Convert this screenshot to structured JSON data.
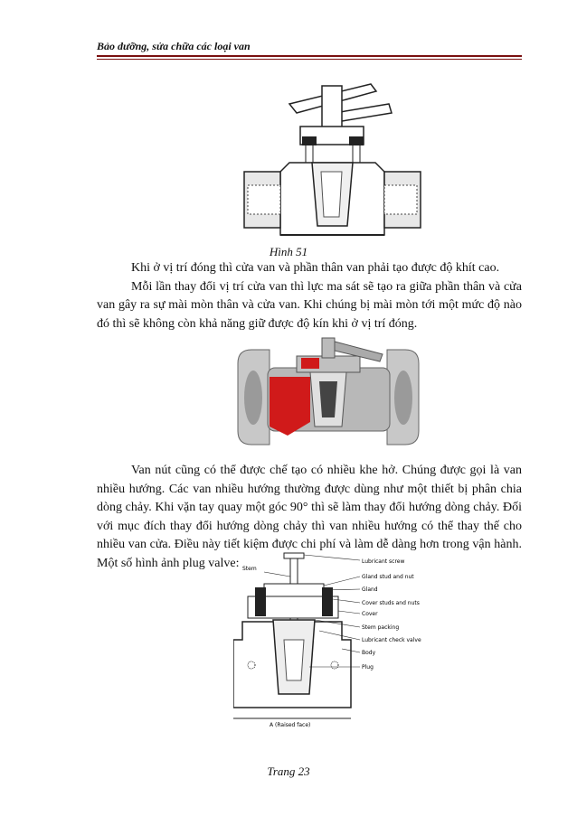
{
  "header": {
    "title": "Bảo dưỡng, sửa chữa các loại van"
  },
  "figure1": {
    "caption": "Hình 51"
  },
  "paragraph1": [
    "Khi ở vị trí đóng thì cửa van và phần thân van phải tạo được độ khít cao.",
    "Mỗi lần thay đổi vị trí cửa van thì lực ma sát sẽ tạo ra giữa phần thân và cửa van gây ra sự mài mòn thân và cửa van. Khi chúng bị mài mòn tới một mức độ nào đó thì sẽ không còn khả năng giữ được độ kín khi ở vị trí đóng."
  ],
  "paragraph2": "Van nút cũng có thể được chế tạo có nhiều khe hở. Chúng được gọi là van nhiều hướng. Các van nhiều hướng thường được dùng như một thiết bị phân chia dòng chảy. Khi vặn tay quay một góc 90° thì sẽ làm thay đổi hướng dòng chảy. Đối với mục đích thay đổi hướng dòng chảy thì van nhiều hướng có thể thay thế cho nhiều van cửa. Điều này tiết kiệm được chi phí và làm dễ dàng  hơn trong vận hành. Một số hình ảnh plug valve:",
  "diagram_labels": {
    "stem": "Stem",
    "lubricant_screw": "Lubricant screw",
    "gland_stud": "Gland stud and nut",
    "gland": "Gland",
    "cover_studs": "Cover studs and nuts",
    "cover": "Cover",
    "stem_packing": "Stem packing",
    "check_valve": "Lubricant check valve",
    "body": "Body",
    "plug": "Plug",
    "dimension": "A (Raised face)"
  },
  "footer": {
    "page": "Trang 23"
  }
}
